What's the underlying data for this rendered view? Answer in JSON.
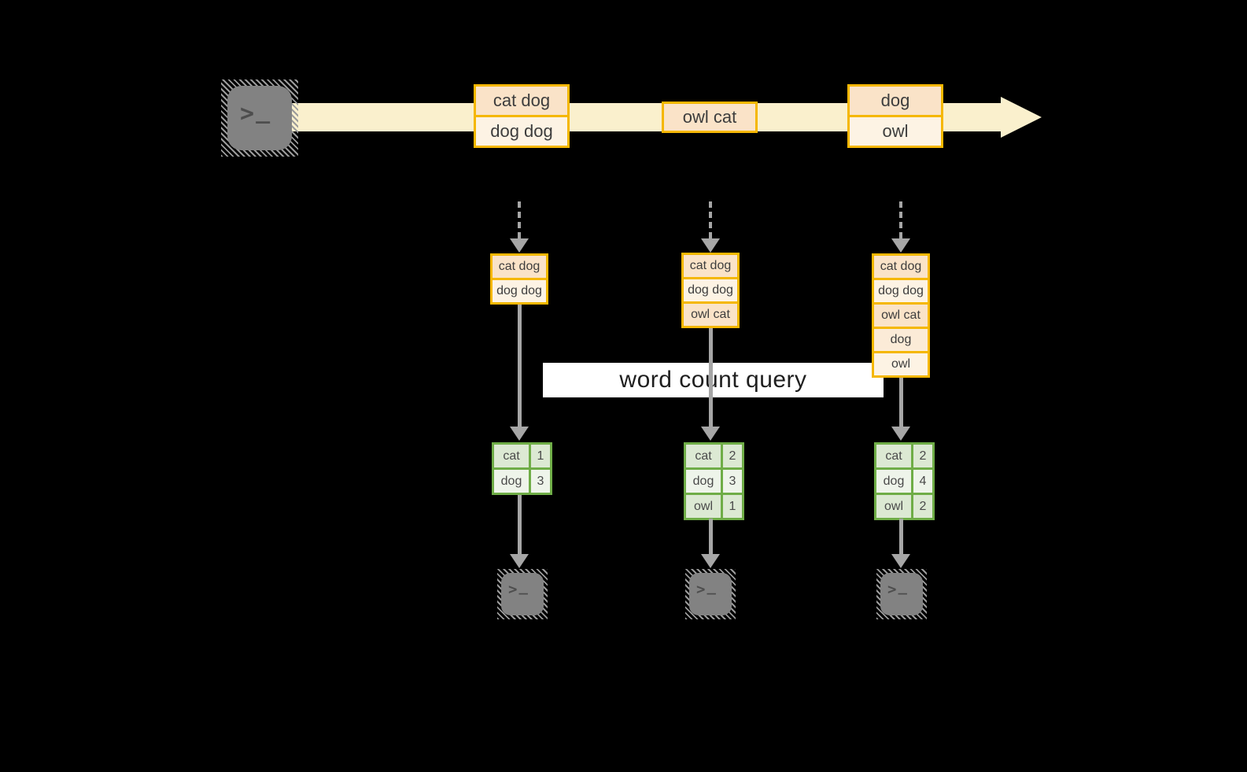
{
  "query_label": "word count query",
  "terminal_glyph": {
    "prompt": ">",
    "cursor": "_"
  },
  "colors": {
    "background": "#000000",
    "stream_band": "#FAF0CD",
    "record_border": "#F5B700",
    "record_fill_dark": "#FAE3C8",
    "record_fill_light": "#FDF3E4",
    "table_border": "#6FAD47",
    "table_fill_dark": "#DCE9D3",
    "table_fill_light": "#EEF4EA",
    "arrow_gray": "#A6A6A6",
    "terminal_gray": "#828282"
  },
  "stream": {
    "batches": [
      {
        "records": [
          "cat dog",
          "dog dog"
        ]
      },
      {
        "records": [
          "owl cat"
        ]
      },
      {
        "records": [
          "dog",
          "owl"
        ]
      }
    ]
  },
  "columns": [
    {
      "input": [
        "cat dog",
        "dog dog"
      ],
      "counts": [
        {
          "word": "cat",
          "count": "1"
        },
        {
          "word": "dog",
          "count": "3"
        }
      ]
    },
    {
      "input": [
        "cat dog",
        "dog dog",
        "owl cat"
      ],
      "counts": [
        {
          "word": "cat",
          "count": "2"
        },
        {
          "word": "dog",
          "count": "3"
        },
        {
          "word": "owl",
          "count": "1"
        }
      ]
    },
    {
      "input": [
        "cat dog",
        "dog dog",
        "owl cat",
        "dog",
        "owl"
      ],
      "counts": [
        {
          "word": "cat",
          "count": "2"
        },
        {
          "word": "dog",
          "count": "4"
        },
        {
          "word": "owl",
          "count": "2"
        }
      ]
    }
  ]
}
